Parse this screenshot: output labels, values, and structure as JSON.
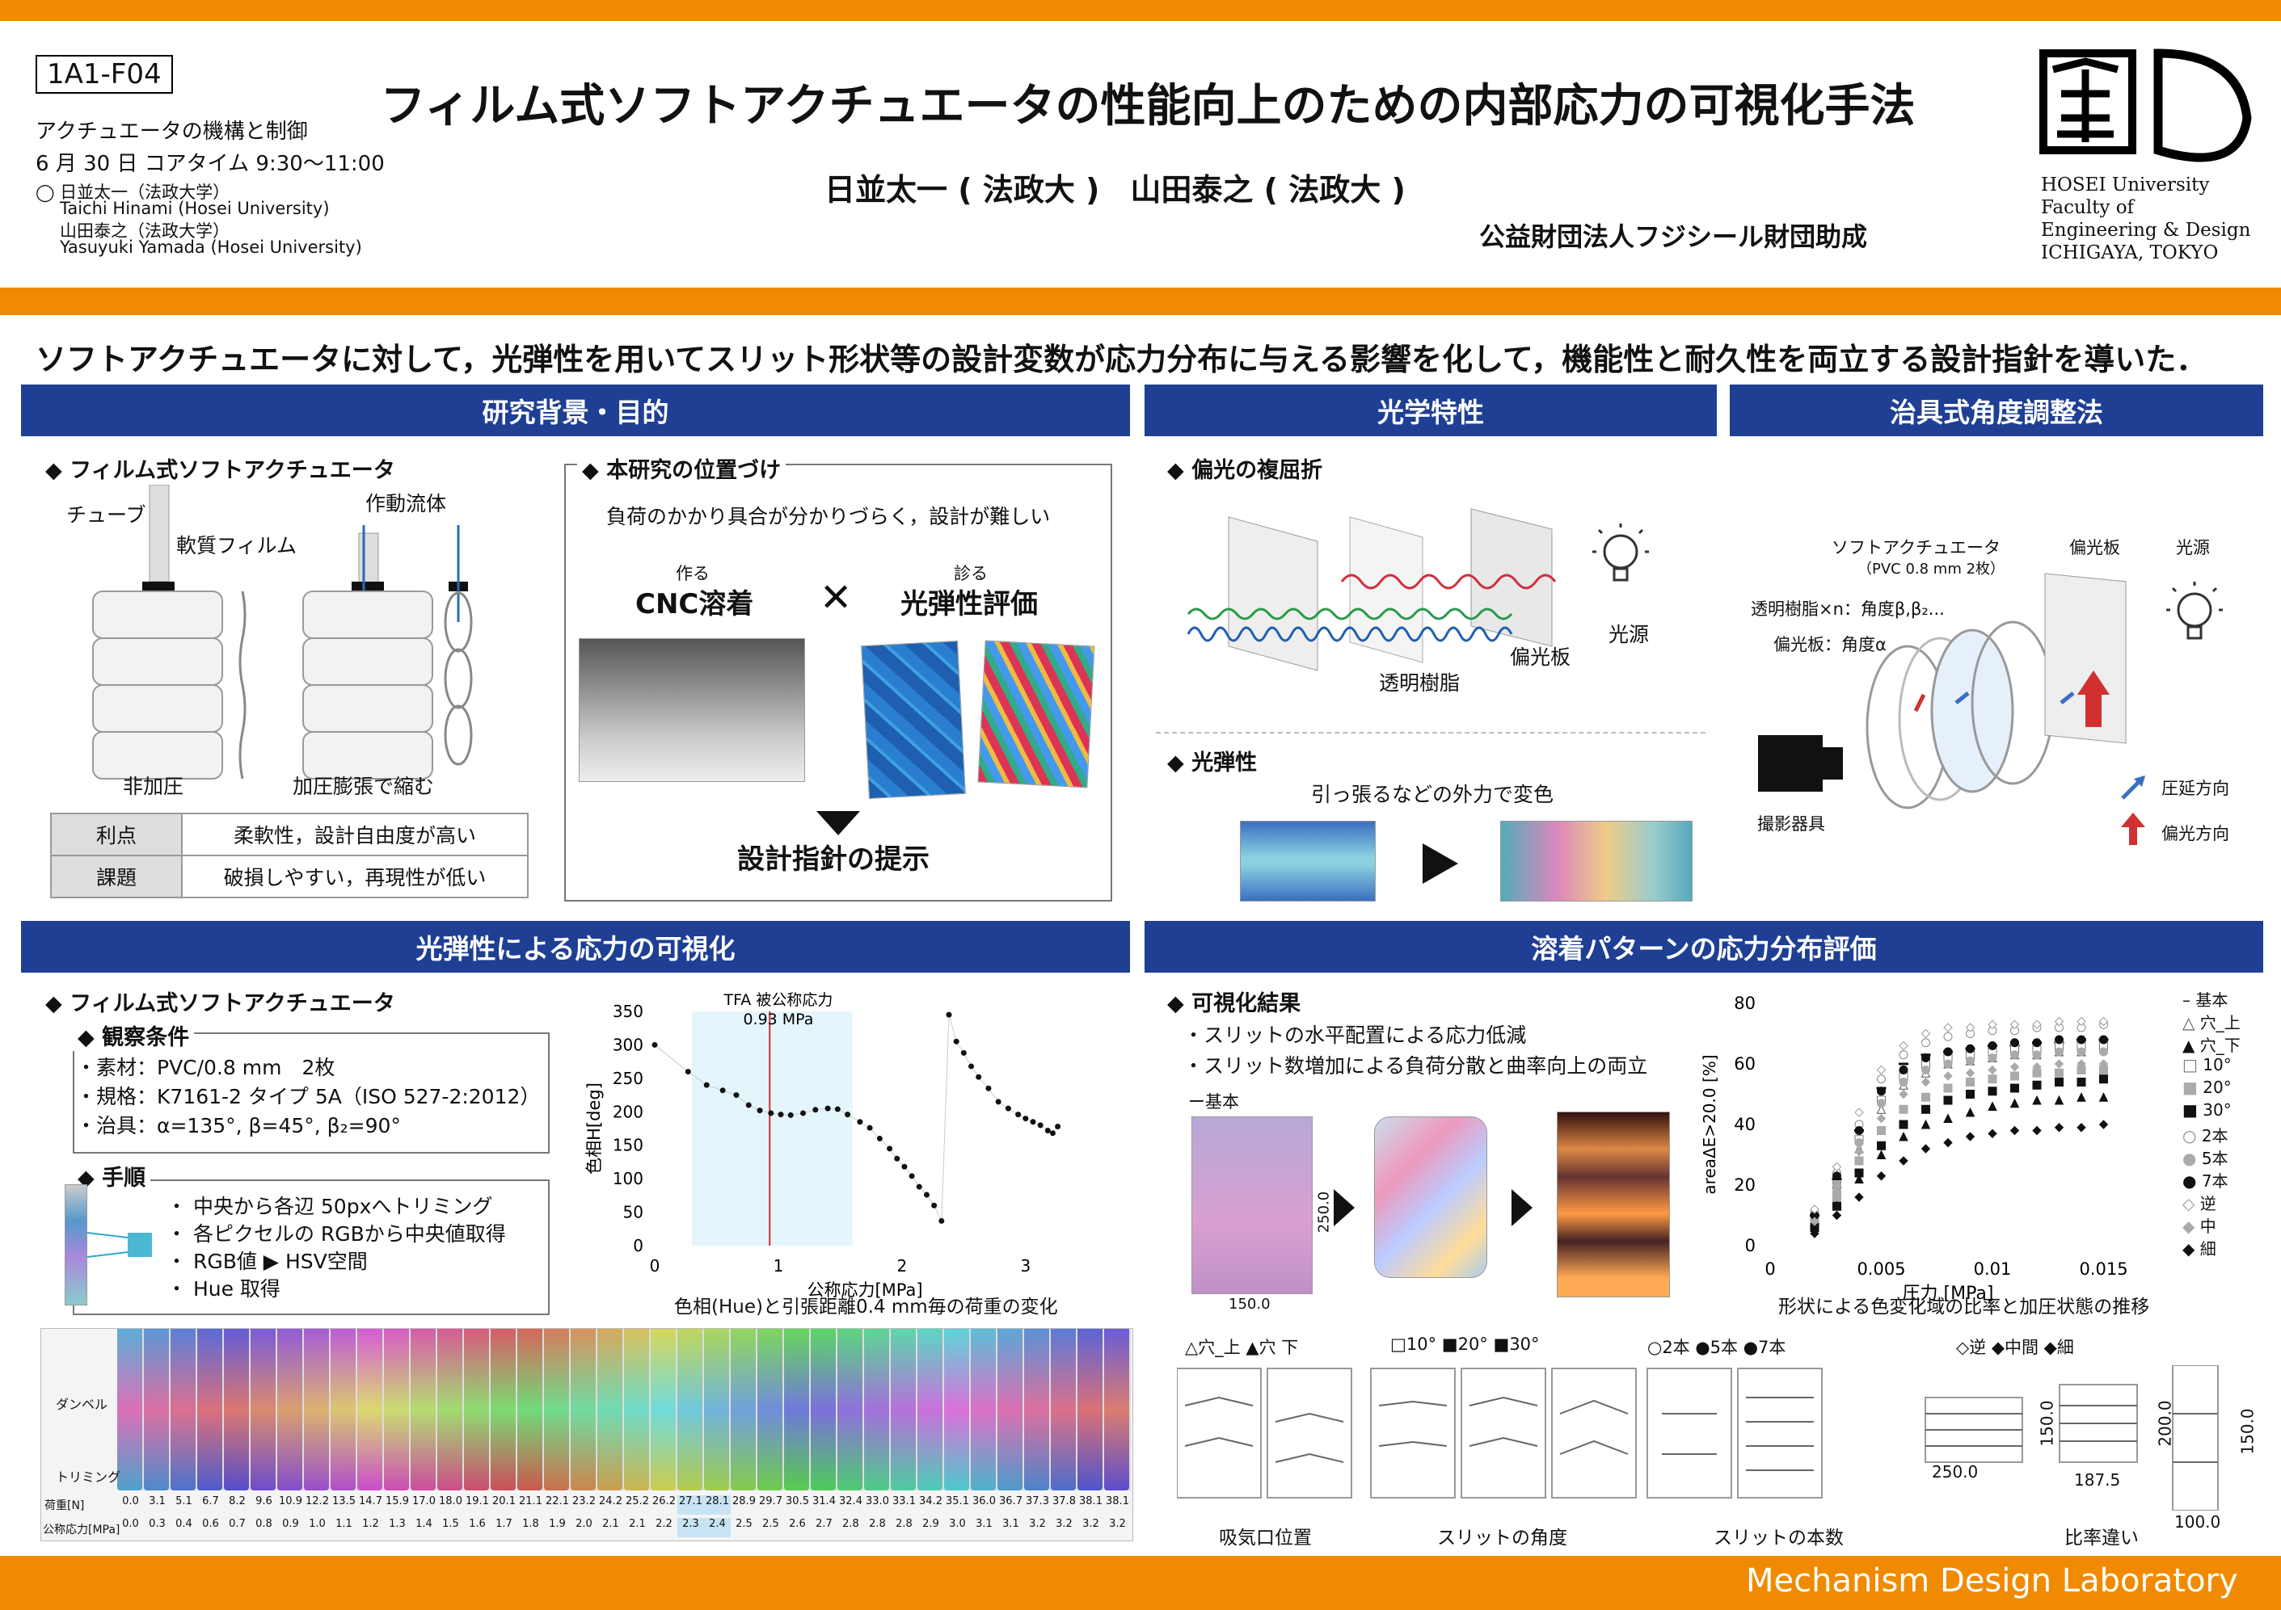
{
  "header": {
    "code": "1A1-F04",
    "session": "アクチュエータの機構と制御",
    "time": "6 月 30 日 コアタイム 9:30〜11:00",
    "author1_jp": "◯ 日並太一（法政大学）",
    "author1_en": "Taichi Hinami (Hosei University)",
    "author2_jp": "山田泰之（法政大学）",
    "author2_en": "Yasuyuki Yamada (Hosei University)",
    "title": "フィルム式ソフトアクチュエータの性能向上のための内部応力の可視化手法",
    "authors": "日並太一 ( 法政大 )　山田泰之 ( 法政大 )",
    "grant": "公益財団法人フジシール財団助成",
    "uni1": "HOSEI University",
    "uni2": "Faculty of",
    "uni3": "Engineering & Design",
    "uni4": "ICHIGAYA, TOKYO"
  },
  "summary": "ソフトアクチュエータに対して，光弾性を用いてスリット形状等の設計変数が応力分布に与える影響を化して，機能性と耐久性を両立する設計指針を導いた．",
  "sec1": {
    "title": "研究背景・目的",
    "sub1": "◆ フィルム式ソフトアクチュエータ",
    "tube": "チューブ",
    "film": "軟質フィルム",
    "fluid": "作動流体",
    "unpressed": "非加圧",
    "pressed": "加圧膨張で縮む",
    "table": [
      [
        "利点",
        "柔軟性，設計自由度が高い"
      ],
      [
        "課題",
        "破損しやすい，再現性が低い"
      ]
    ],
    "sub2": "◆ 本研究の位置づけ",
    "difficulty": "負荷のかかり具合が分かりづらく，設計が難しい",
    "make_small": "作る",
    "make": "CNC溶着",
    "cross": "✕",
    "diag_small": "診る",
    "diag": "光弾性評価",
    "guide": "設計指針の提示"
  },
  "sec2": {
    "title": "光学特性",
    "sub1": "◆ 偏光の複屈折",
    "resin": "透明樹脂",
    "polar": "偏光板",
    "light": "光源",
    "sub2": "◆ 光弾性",
    "change": "引っ張るなどの外力で変色"
  },
  "sec3": {
    "title": "治具式角度調整法",
    "actuator": "ソフトアクチュエータ",
    "actuator_spec": "（PVC 0.8 mm 2枚）",
    "polar": "偏光板",
    "light": "光源",
    "resin": "透明樹脂×n：角度β,β₂...",
    "polar_angle": "偏光板：角度α",
    "camera": "撮影器具",
    "legend1": "圧延方向",
    "legend2": "偏光方向"
  },
  "sec4": {
    "title": "光弾性による応力の可視化",
    "sub1": "◆ フィルム式ソフトアクチュエータ",
    "sub2": "◆ 観察条件",
    "cond1": "・素材：PVC/0.8 mm　2枚",
    "cond2": "・規格：K7161-2 タイプ 5A（ISO 527-2:2012）",
    "cond3": "・治具：α=135°, β=45°, β₂=90°",
    "sub3": "◆ 手順",
    "step1": "・ 中央から各辺 50pxへトリミング",
    "step2": "・ 各ピクセルの RGBから中央値取得",
    "step3": "・ RGB値 ▶ HSV空間",
    "step4": "・ Hue 取得",
    "strip_dumbbell": "ダンベル",
    "strip_trim": "トリミング",
    "load_label": "荷重[N]",
    "stress_label": "公称応力[MPa]",
    "loads": [
      "0.0",
      "3.1",
      "5.1",
      "6.7",
      "8.2",
      "9.6",
      "10.9",
      "12.2",
      "13.5",
      "14.7",
      "15.9",
      "17.0",
      "18.0",
      "19.1",
      "20.1",
      "21.1",
      "22.1",
      "23.2",
      "24.2",
      "25.2",
      "26.2",
      "27.1",
      "28.1",
      "28.9",
      "29.7",
      "30.5",
      "31.4",
      "32.4",
      "33.0",
      "33.1",
      "34.2",
      "35.1",
      "36.0",
      "36.7",
      "37.3",
      "37.8",
      "38.1",
      "38.1"
    ],
    "stresses": [
      "0.0",
      "0.3",
      "0.4",
      "0.6",
      "0.7",
      "0.8",
      "0.9",
      "1.0",
      "1.1",
      "1.2",
      "1.3",
      "1.4",
      "1.5",
      "1.6",
      "1.7",
      "1.8",
      "1.9",
      "2.0",
      "2.1",
      "2.1",
      "2.2",
      "2.3",
      "2.4",
      "2.5",
      "2.5",
      "2.6",
      "2.7",
      "2.8",
      "2.8",
      "2.8",
      "2.9",
      "3.0",
      "3.1",
      "3.1",
      "3.2",
      "3.2",
      "3.2",
      "3.2"
    ],
    "chart_caption": "色相(Hue)と引張距離0.4 mm毎の荷重の変化"
  },
  "chart_data": [
    {
      "type": "scatter",
      "xlabel": "公称応力[MPa]",
      "ylabel": "色相H[deg]",
      "xlim": [
        0,
        3.4
      ],
      "ylim": [
        0,
        350
      ],
      "xticks": [
        "0",
        "1",
        "2",
        "3"
      ],
      "yticks": [
        "0",
        "50",
        "100",
        "150",
        "200",
        "250",
        "300",
        "350"
      ],
      "annotation": "TFA 被公称応力",
      "annotation_value": "0.93 MPa",
      "vline": 0.93,
      "shade": [
        0.3,
        1.6
      ],
      "points": [
        [
          0.0,
          300
        ],
        [
          0.27,
          260
        ],
        [
          0.42,
          240
        ],
        [
          0.55,
          232
        ],
        [
          0.66,
          225
        ],
        [
          0.76,
          210
        ],
        [
          0.85,
          202
        ],
        [
          0.94,
          198
        ],
        [
          1.02,
          196
        ],
        [
          1.1,
          195
        ],
        [
          1.2,
          198
        ],
        [
          1.3,
          203
        ],
        [
          1.4,
          205
        ],
        [
          1.48,
          204
        ],
        [
          1.56,
          196
        ],
        [
          1.66,
          185
        ],
        [
          1.74,
          176
        ],
        [
          1.82,
          160
        ],
        [
          1.9,
          145
        ],
        [
          1.96,
          130
        ],
        [
          2.02,
          118
        ],
        [
          2.08,
          104
        ],
        [
          2.14,
          88
        ],
        [
          2.2,
          76
        ],
        [
          2.26,
          60
        ],
        [
          2.32,
          37
        ],
        [
          2.38,
          345
        ],
        [
          2.44,
          305
        ],
        [
          2.5,
          288
        ],
        [
          2.56,
          268
        ],
        [
          2.62,
          252
        ],
        [
          2.7,
          235
        ],
        [
          2.78,
          215
        ],
        [
          2.86,
          205
        ],
        [
          2.94,
          196
        ],
        [
          3.0,
          190
        ],
        [
          3.06,
          185
        ],
        [
          3.12,
          180
        ],
        [
          3.18,
          172
        ],
        [
          3.22,
          168
        ],
        [
          3.26,
          178
        ]
      ]
    },
    {
      "type": "scatter",
      "xlabel": "圧力 [MPa]",
      "ylabel": "areaΔE>20.0 [%]",
      "xlim": [
        0,
        0.016
      ],
      "ylim": [
        0,
        80
      ],
      "xticks": [
        "0",
        "0.005",
        "0.01",
        "0.015"
      ],
      "yticks": [
        "0",
        "20",
        "40",
        "60",
        "80"
      ],
      "title": "形状による色変化域の比率と加圧状態の推移",
      "x": [
        0.002,
        0.003,
        0.004,
        0.005,
        0.006,
        0.007,
        0.008,
        0.009,
        0.01,
        0.011,
        0.012,
        0.013,
        0.014,
        0.015
      ],
      "series": [
        {
          "name": "基本",
          "values": [
            10,
            22,
            38,
            52,
            60,
            63,
            64,
            65,
            66,
            66,
            67,
            67,
            68,
            68
          ]
        },
        {
          "name": "穴_上",
          "values": [
            8,
            19,
            32,
            45,
            53,
            57,
            60,
            61,
            62,
            63,
            63,
            64,
            64,
            65
          ]
        },
        {
          "name": "穴_下",
          "values": [
            6,
            14,
            22,
            30,
            36,
            40,
            42,
            44,
            46,
            47,
            48,
            48,
            49,
            49
          ]
        },
        {
          "name": "10°",
          "values": [
            9,
            20,
            35,
            48,
            56,
            60,
            62,
            63,
            64,
            65,
            65,
            66,
            66,
            66
          ]
        },
        {
          "name": "20°",
          "values": [
            7,
            16,
            28,
            38,
            45,
            49,
            52,
            54,
            55,
            56,
            57,
            57,
            58,
            58
          ]
        },
        {
          "name": "30°",
          "values": [
            6,
            13,
            24,
            33,
            40,
            45,
            48,
            50,
            51,
            52,
            53,
            54,
            54,
            55
          ]
        },
        {
          "name": "2本",
          "values": [
            11,
            24,
            40,
            55,
            63,
            67,
            69,
            70,
            71,
            71,
            72,
            72,
            72,
            73
          ]
        },
        {
          "name": "5本",
          "values": [
            9,
            20,
            34,
            47,
            54,
            58,
            60,
            61,
            62,
            63,
            63,
            64,
            64,
            64
          ]
        },
        {
          "name": "7本",
          "values": [
            10,
            23,
            38,
            51,
            58,
            62,
            64,
            65,
            66,
            67,
            67,
            68,
            68,
            68
          ]
        },
        {
          "name": "逆",
          "values": [
            12,
            26,
            44,
            58,
            66,
            70,
            72,
            72,
            73,
            73,
            73,
            74,
            74,
            74
          ]
        },
        {
          "name": "中",
          "values": [
            8,
            18,
            31,
            42,
            50,
            54,
            56,
            57,
            58,
            59,
            59,
            60,
            60,
            60
          ]
        },
        {
          "name": "細",
          "values": [
            4,
            10,
            16,
            23,
            28,
            32,
            34,
            36,
            37,
            38,
            38,
            39,
            39,
            40
          ]
        }
      ]
    }
  ],
  "sec5": {
    "title": "溶着パターンの応力分布評価",
    "sub1": "◆ 可視化結果",
    "bullet1": "・スリットの水平配置による応力低減",
    "bullet2": "・スリット数増加による負荷分散と曲率向上の両立",
    "base_label": "ー基本",
    "dim_h": "250.0",
    "dim_w": "150.0",
    "patterns": [
      {
        "label": "△穴_上  ▲穴  下",
        "caption": "吸気口位置"
      },
      {
        "label": "□10°  ■20°  ■30°",
        "caption": "スリットの角度"
      },
      {
        "label": "○2本  ●5本  ●7本",
        "caption": "スリットの本数"
      },
      {
        "label": "◇逆  ◆中間  ◆細",
        "caption": "比率違い"
      }
    ],
    "ratio_dims": [
      "250.0",
      "150.0",
      "187.5",
      "200.0",
      "100.0",
      "150.0"
    ]
  },
  "footer": "Mechanism Design Laboratory"
}
